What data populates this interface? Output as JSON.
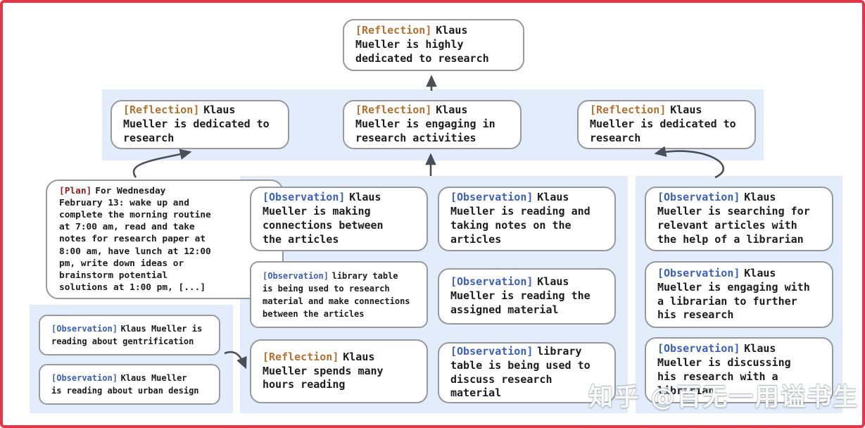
{
  "colors": {
    "frame_border": "#e83449",
    "band_background": "#e2ecfa",
    "node_border": "#97999c",
    "reflection_tag": "#b5712d",
    "observation_tag": "#3a5fc5",
    "plan_tag": "#8f1d1d",
    "arrow": "#4a4f57",
    "text": "#1c1c1e"
  },
  "nodes": {
    "top": {
      "tag": "[Reflection]",
      "text": "Klaus\nMueller is highly\ndedicated to research"
    },
    "row2_left": {
      "tag": "[Reflection]",
      "text": "Klaus\nMueller is dedicated to\nresearch"
    },
    "row2_center": {
      "tag": "[Reflection]",
      "text": "Klaus\nMueller is engaging in\nresearch activities"
    },
    "row2_right": {
      "tag": "[Reflection]",
      "text": "Klaus\nMueller is dedicated to\nresearch"
    },
    "plan": {
      "tag": "[Plan]",
      "text": "For Wednesday\nFebruary 13: wake up and\ncomplete the morning routine\nat 7:00 am, read and take\nnotes for research paper at\n8:00 am, have lunch at 12:00\npm, write down ideas or\nbrainstorm potential\nsolutions at 1:00 pm, [...]"
    },
    "left_obs_gentrification": {
      "tag": "[Observation]",
      "text": "Klaus Mueller is\nreading about gentrification"
    },
    "left_obs_urban_design": {
      "tag": "[Observation]",
      "text": "Klaus Mueller\nis reading about urban design"
    },
    "mid_obs_connections": {
      "tag": "[Observation]",
      "text": "Klaus\nMueller is making\nconnections between\nthe articles"
    },
    "mid_obs_library_research": {
      "tag": "[Observation]",
      "text": "library table\nis being used to research\nmaterial and make connections\nbetween the articles"
    },
    "mid_reflection_hours": {
      "tag": "[Reflection]",
      "text": "Klaus\nMueller spends many\nhours reading"
    },
    "mid_obs_taking_notes": {
      "tag": "[Observation]",
      "text": "Klaus\nMueller is reading and\ntaking notes on the\narticles"
    },
    "mid_obs_assigned": {
      "tag": "[Observation]",
      "text": "Klaus\nMueller is reading the\nassigned material"
    },
    "mid_obs_library_discuss": {
      "tag": "[Observation]",
      "text": "library\ntable is being used to\ndiscuss research material"
    },
    "right_obs_searching": {
      "tag": "[Observation]",
      "text": "Klaus\nMueller is searching for\nrelevant articles with\nthe help of a librarian"
    },
    "right_obs_engaging": {
      "tag": "[Observation]",
      "text": "Klaus\nMueller is engaging with\na librarian to further\nhis research"
    },
    "right_obs_discussing": {
      "tag": "[Observation]",
      "text": "Klaus\nMueller is discussing\nhis research with a\nlibrarian"
    }
  },
  "watermark": {
    "text": "知乎 @百无一用谥书生"
  }
}
